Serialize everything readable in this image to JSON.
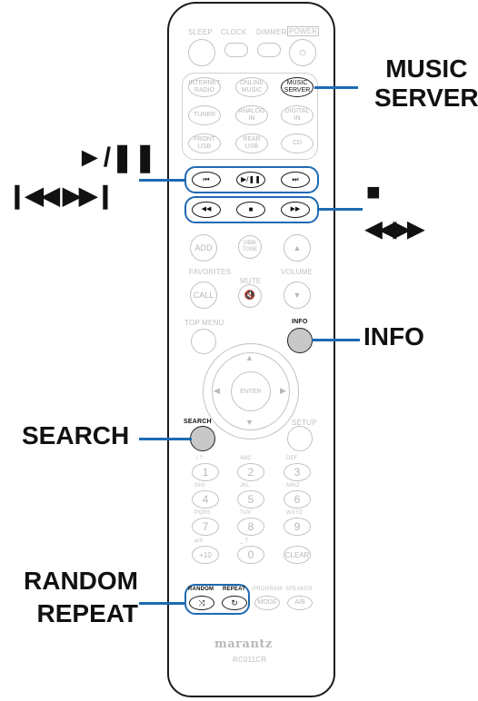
{
  "remote": {
    "top_labels": {
      "sleep": "SLEEP",
      "clock": "CLOCK",
      "dimmer": "DIMMER",
      "power": "POWER"
    },
    "source_buttons": {
      "internet_radio": "INTERNET\nRADIO",
      "online_music": "ONLINE\nMUSIC",
      "music_server": "MUSIC\nSERVER",
      "tuner": "TUNER",
      "analog_in": "ANALOG\nIN",
      "digital_in": "DIGITAL\nIN",
      "front_usb": "FRONT\nUSB",
      "rear_usb": "REAR\nUSB",
      "cd": "CD"
    },
    "transport_icons": {
      "prev": "⏮",
      "play_pause": "▶/❚❚",
      "next": "⏭",
      "rewind": "◀◀",
      "stop": "■",
      "ffwd": "▶▶"
    },
    "add": "ADD",
    "dbb_tone": "DBB/\nTONE",
    "favorites": "FAVORITES",
    "mute": "MUTE",
    "volume": "VOLUME",
    "call": "CALL",
    "top_menu": "TOP MENU",
    "info": "INFO",
    "enter": "ENTER",
    "search": "SEARCH",
    "setup": "SETUP",
    "numpad": [
      {
        "letters": "./ ?",
        "digit": "1"
      },
      {
        "letters": "ABC",
        "digit": "2"
      },
      {
        "letters": "DEF",
        "digit": "3"
      },
      {
        "letters": "GHI",
        "digit": "4"
      },
      {
        "letters": "JKL",
        "digit": "5"
      },
      {
        "letters": "MNO",
        "digit": "6"
      },
      {
        "letters": "PQRS",
        "digit": "7"
      },
      {
        "letters": "TUV",
        "digit": "8"
      },
      {
        "letters": "WXYZ",
        "digit": "9"
      },
      {
        "letters": "a/A",
        "digit": "+10"
      },
      {
        "letters": "_ ?",
        "digit": "0"
      },
      {
        "letters": "",
        "digit": "CLEAR"
      }
    ],
    "random": "RANDOM",
    "repeat": "REPEAT",
    "program": "PROGRAM",
    "speaker": "SPEAKER",
    "mode": "MODE",
    "ab": "A/B",
    "brand": "marantz",
    "model": "RC011CR"
  },
  "callouts": {
    "music_server": "MUSIC\nSERVER",
    "play_pause": "►/❚❚",
    "skip": "❙◀◀ ▶▶❙",
    "stop": "■",
    "rew_ffwd": "◀◀▶▶",
    "info": "INFO",
    "search": "SEARCH",
    "random_repeat": "RANDOM\nREPEAT"
  },
  "colors": {
    "callout_line": "#1e6ab3",
    "remote_outline": "#1a1a1a",
    "inactive_button": "#c2c2c2",
    "highlight_fill": "#c8c8c8"
  }
}
